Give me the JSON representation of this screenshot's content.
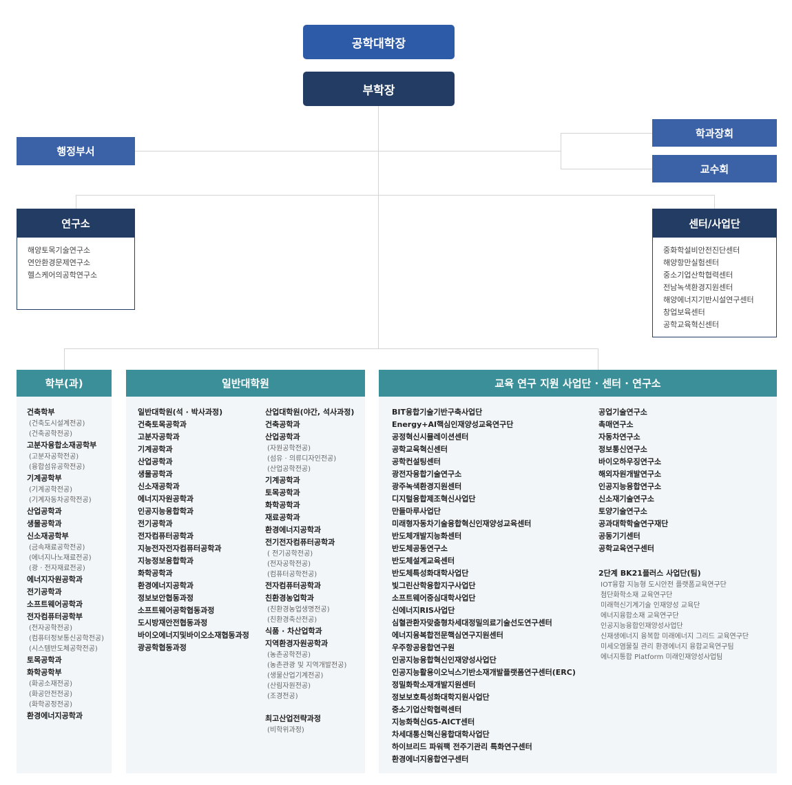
{
  "dean": "공학대학장",
  "vice_dean": "부학장",
  "admin": "행정부서",
  "dept_council": "학과장회",
  "faculty_council": "교수회",
  "research": {
    "title": "연구소",
    "items": [
      "해양토목기술연구소",
      "연안환경문제연구소",
      "헬스케어의공학연구소"
    ]
  },
  "centers": {
    "title": "센터/사업단",
    "items": [
      "중화학설비안전진단센터",
      "해양항만실험센터",
      "중소기업산학협력센터",
      "전남녹색환경지원센터",
      "해양에너지기반시설연구센터",
      "창업보육센터",
      "공학교육혁신센터"
    ]
  },
  "undergrad": {
    "title": "학부(과)",
    "items": [
      {
        "name": "건축학부",
        "subs": [
          "(건축도시설계전공)",
          "(건축공학전공)"
        ]
      },
      {
        "name": "고분자융합소재공학부",
        "subs": [
          "(고분자공학전공)",
          "(융합섬유공학전공)"
        ]
      },
      {
        "name": "기계공학부",
        "subs": [
          "(기계공학전공)",
          "(기계자동차공학전공)"
        ]
      },
      {
        "name": "산업공학과",
        "subs": []
      },
      {
        "name": "생물공학과",
        "subs": []
      },
      {
        "name": "신소재공학부",
        "subs": [
          "(금속재료공학전공)",
          "(에너지나노재료전공)",
          "(광 · 전자재료전공)"
        ]
      },
      {
        "name": "에너지자원공학과",
        "subs": []
      },
      {
        "name": "전기공학과",
        "subs": []
      },
      {
        "name": "소프트웨어공학과",
        "subs": []
      },
      {
        "name": "전자컴퓨터공학부",
        "subs": [
          "(전자공학전공)",
          "(컴퓨터정보통신공학전공)",
          "(시스템반도체공학전공)"
        ]
      },
      {
        "name": "토목공학과",
        "subs": []
      },
      {
        "name": "화학공학부",
        "subs": [
          "(화공소재전공)",
          "(화공안전전공)",
          "(화학공정전공)"
        ]
      },
      {
        "name": "환경에너지공학과",
        "subs": []
      }
    ]
  },
  "grad": {
    "title": "일반대학원",
    "col1": [
      {
        "name": "일반대학원(석 · 박사과정)",
        "subs": []
      },
      {
        "name": "건축토목공학과",
        "subs": []
      },
      {
        "name": "고분자공학과",
        "subs": []
      },
      {
        "name": "기계공학과",
        "subs": []
      },
      {
        "name": "산업공학과",
        "subs": []
      },
      {
        "name": "생물공학과",
        "subs": []
      },
      {
        "name": "신소재공학과",
        "subs": []
      },
      {
        "name": "에너지자원공학과",
        "subs": []
      },
      {
        "name": "인공지능융합학과",
        "subs": []
      },
      {
        "name": "전기공학과",
        "subs": []
      },
      {
        "name": "전자컴퓨터공학과",
        "subs": []
      },
      {
        "name": "지능전자전자컴퓨터공학과",
        "subs": []
      },
      {
        "name": "지능정보융합학과",
        "subs": []
      },
      {
        "name": "화학공학과",
        "subs": []
      },
      {
        "name": "환경에너지공학과",
        "subs": []
      },
      {
        "name": "정보보안협동과정",
        "subs": []
      },
      {
        "name": "소프트웨어공학협동과정",
        "subs": []
      },
      {
        "name": "도시방재안전협동과정",
        "subs": []
      },
      {
        "name": "바이오에너지및바이오소재협동과정",
        "subs": []
      },
      {
        "name": "광공학협동과정",
        "subs": []
      }
    ],
    "col2": [
      {
        "name": "산업대학원(야간, 석사과정)",
        "subs": []
      },
      {
        "name": "건축공학과",
        "subs": []
      },
      {
        "name": "산업공학과",
        "subs": [
          "(자원공학전공)",
          "(섬유 · 의류디자인전공)",
          "(산업공학전공)"
        ]
      },
      {
        "name": "기계공학과",
        "subs": []
      },
      {
        "name": "토목공학과",
        "subs": []
      },
      {
        "name": "화학공학과",
        "subs": []
      },
      {
        "name": "재료공학과",
        "subs": []
      },
      {
        "name": "환경에너지공학과",
        "subs": []
      },
      {
        "name": "전기전자컴퓨터공학과",
        "subs": [
          "( 전기공학전공)",
          "(전자공학전공)",
          "(컴퓨터공학전공)"
        ]
      },
      {
        "name": "전자컴퓨터공학과",
        "subs": []
      },
      {
        "name": "친환경농업학과",
        "subs": [
          "(친환경농업생명전공)",
          "(친환경축산전공)"
        ]
      },
      {
        "name": "식품 · 차산업학과",
        "subs": []
      },
      {
        "name": "지역환경자원공학과",
        "subs": [
          "(농촌공학전공)",
          "(농촌관광 및 지역개발전공)",
          "(생물산업기계전공)",
          "(산림자원전공)",
          "(조경전공)"
        ]
      }
    ],
    "col2_extra": {
      "name": "최고산업전략과정",
      "sub": "(비학위과정)"
    }
  },
  "support": {
    "title": "교육 연구 지원 사업단 · 센터 · 연구소",
    "col1": [
      "BIT융합기술기반구축사업단",
      "Energy+AI핵심인재양성교육연구단",
      "공정혁신시뮬레이션센터",
      "공학교육혁신센터",
      "공학컨설팅센터",
      "광전자융합기술연구소",
      "광주녹색환경지원센터",
      "디지털융합제조혁신사업단",
      "만들마루사업단",
      "미래형자동차기술융합혁신인재양성교육센터",
      "반도체개발지능화센터",
      "반도체공동연구소",
      "반도체설계교육센터",
      "반도체특성화대학사업단",
      "빛그린산학융합지구사업단",
      "소프트웨어중심대학사업단",
      "신에너지RIS사업단",
      "심혈관환자맞춤형차세대정밀의료기술선도연구센터",
      "에너지융복합전문핵심연구지원센터",
      "우주항공융합연구원",
      "인공지능융합혁신인재양성사업단",
      "인공지능활용이오닉스기반소재개발플랫폼연구센터(ERC)",
      "정밀화학소재개발지원센터",
      "정보보호특성화대학지원사업단",
      "중소기업산학협력센터",
      "지능화혁신G5-AICT센터",
      "차세대통신혁신융합대학사업단",
      "하이브리드 파워팩 전주기관리 특화연구센터",
      "환경에너지융합연구센터"
    ],
    "col2": [
      "공업기술연구소",
      "촉매연구소",
      "자동차연구소",
      "정보통신연구소",
      "바이오하우징연구소",
      "해외자원개발연구소",
      "인공지능융합연구소",
      "신소재기술연구소",
      "토양기술연구소",
      "공과대학학술연구재단",
      "공동기기센터",
      "공학교육연구센터"
    ],
    "bk21": {
      "title": "2단계 BK21플러스 사업단(팀)",
      "items": [
        "IOT융합 지능형 도시안전 플랫폼교육연구단",
        "첨단화학소재 교육연구단",
        "미래혁신기계기술 인재양성 교육단",
        "에너지융합소재 교육연구단",
        "인공지능융합인재양성사업단",
        "신재생에너지 융복합 미래에너지 그리드 교육연구단",
        "미세오염물질 관리 환경에너지 융합교육연구팀",
        "에너지통합 Platform 미래인재양성사업팀"
      ]
    }
  }
}
